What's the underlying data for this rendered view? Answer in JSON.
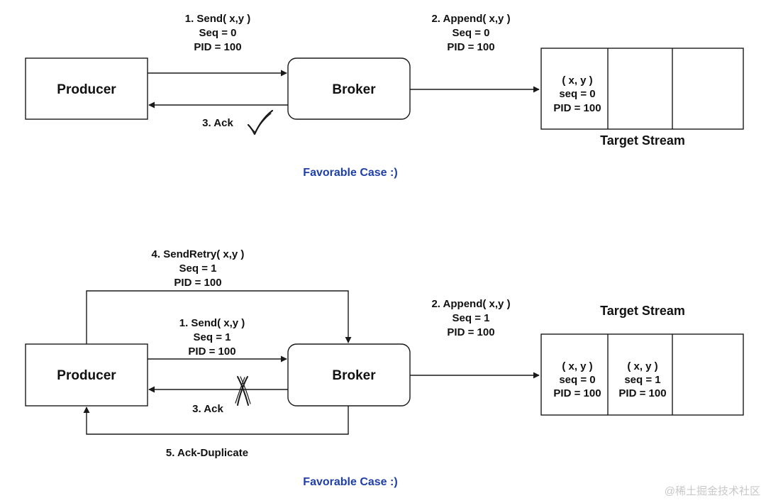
{
  "colors": {
    "caption": "#1f3fa8",
    "stroke": "#1a1a1a",
    "watermark": "#c8c8c8"
  },
  "top": {
    "producer": "Producer",
    "broker": "Broker",
    "send": [
      "1. Send( x,y )",
      "Seq = 0",
      "PID = 100"
    ],
    "append": [
      "2. Append( x,y )",
      "Seq = 0",
      "PID = 100"
    ],
    "ack": "3. Ack",
    "ack_icon": "checkmark-icon",
    "stream_title": "Target Stream",
    "cells": [
      [
        "( x, y )",
        "seq = 0",
        "PID = 100"
      ]
    ],
    "caption": "Favorable Case :)"
  },
  "bottom": {
    "producer": "Producer",
    "broker": "Broker",
    "retry": [
      "4. SendRetry( x,y )",
      "Seq = 1",
      "PID = 100"
    ],
    "send": [
      "1. Send( x,y )",
      "Seq = 1",
      "PID = 100"
    ],
    "append": [
      "2. Append( x,y )",
      "Seq = 1",
      "PID = 100"
    ],
    "ack": "3. Ack",
    "ack_icon": "cross-icon",
    "ack_dup": "5. Ack-Duplicate",
    "stream_title": "Target Stream",
    "cells": [
      [
        "( x, y )",
        "seq = 0",
        "PID = 100"
      ],
      [
        "( x, y )",
        "seq = 1",
        "PID = 100"
      ]
    ],
    "caption": "Favorable Case :)"
  },
  "watermark": "@稀土掘金技术社区"
}
